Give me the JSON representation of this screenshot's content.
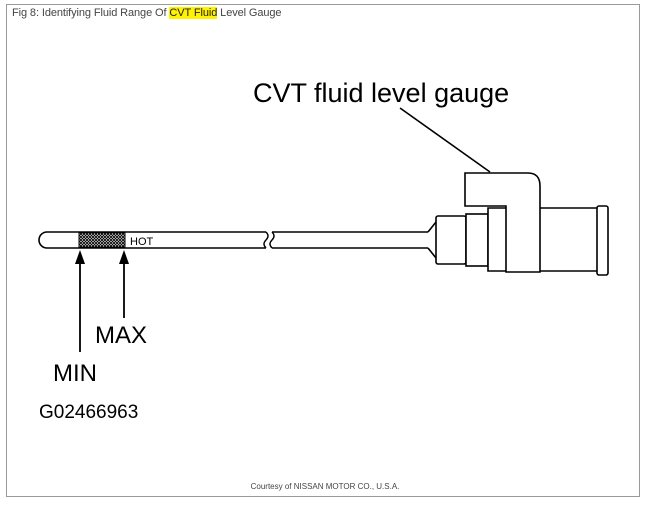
{
  "caption": {
    "prefix": "Fig 8: Identifying Fluid Range Of ",
    "highlight": "CVT Fluid",
    "suffix": " Level Gauge",
    "highlight_color": "#fff200"
  },
  "diagram": {
    "title_label": "CVT fluid level gauge",
    "hot_label": "HOT",
    "max_label": "MAX",
    "min_label": "MIN",
    "part_number": "G02466963"
  },
  "footer": {
    "courtesy": "Courtesy of NISSAN MOTOR CO., U.S.A."
  }
}
